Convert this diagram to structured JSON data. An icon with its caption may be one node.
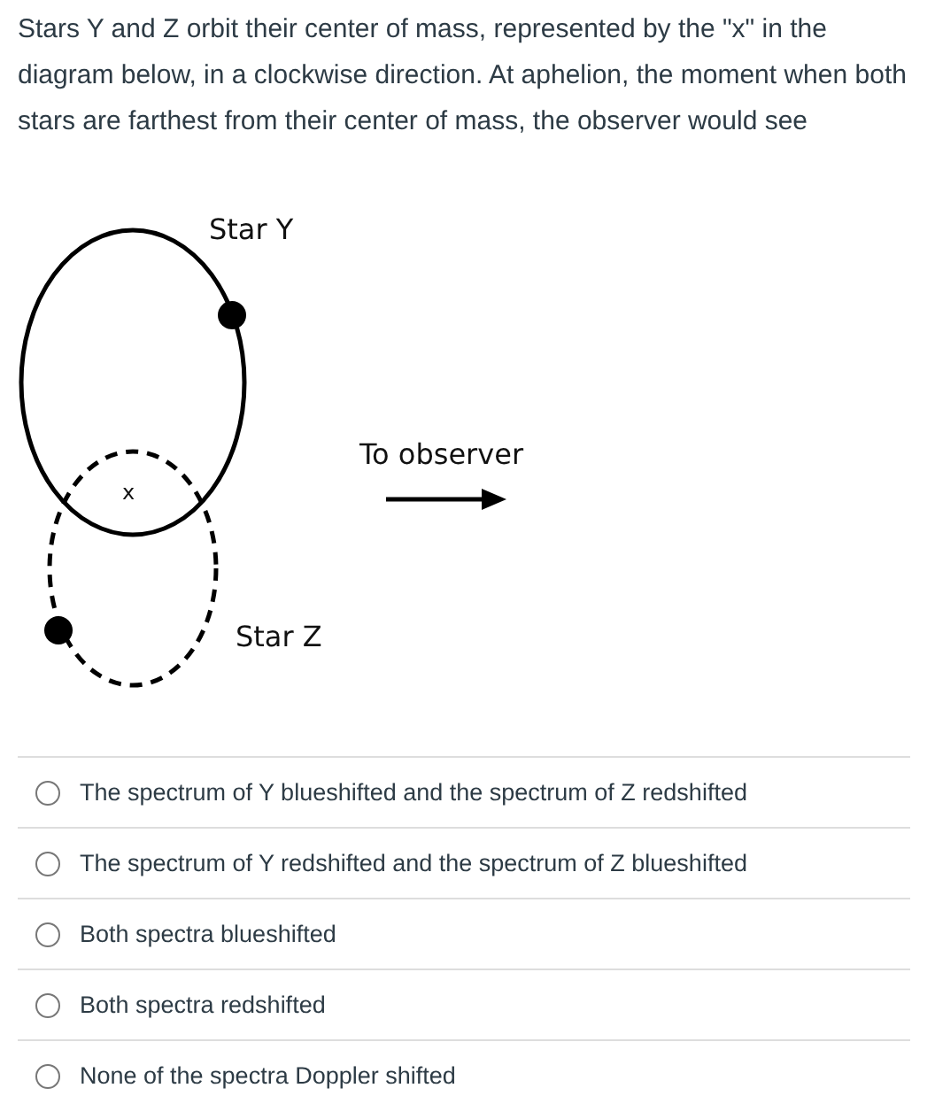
{
  "diagram": {
    "title": "Stars Y and Z orbit their center of mass, represented by the \"x\" in the diagram below, in a clockwise direction. At aphelion, the moment when both stars are farthest from their center of mass, the observer would see",
    "labels": [
      "Star Y",
      "To observer",
      "x",
      "Star Z",
      "The spectrum of Y blueshifted and the spectrum of Z redshifted",
      "The spectrum of Y redshifted and the spectrum of Z blueshifted",
      "Both spectra blueshifted",
      "Both spectra redshifted",
      "None of the spectra Doppler shifted"
    ]
  }
}
